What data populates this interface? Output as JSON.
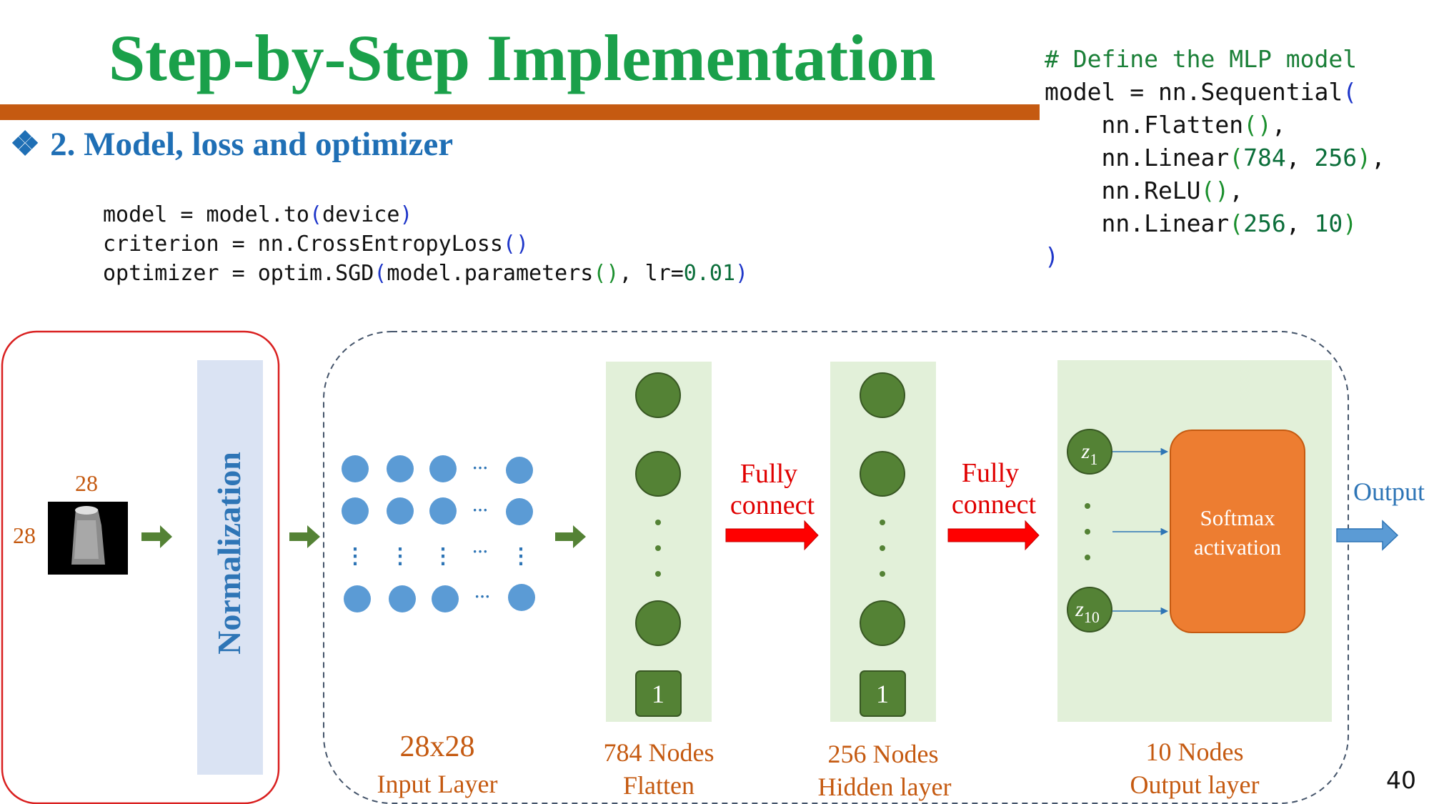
{
  "title": "Step-by-Step Implementation",
  "section_heading": "2. Model, loss and optimizer",
  "section_bullet": "❖",
  "code_block_left": {
    "line1": {
      "a": "model = model.to",
      "b": "(",
      "c": "device",
      "d": ")"
    },
    "line2": {
      "a": "criterion = nn.CrossEntropyLoss",
      "b": "()"
    },
    "line3": {
      "a": "optimizer = optim.SGD",
      "b": "(",
      "c": "model.parameters",
      "d": "()",
      "e": ", lr=",
      "f": "0.01",
      "g": ")"
    }
  },
  "code_block_right": {
    "comment": "# Define the MLP model",
    "line2": {
      "a": "model = nn.Sequential",
      "b": "("
    },
    "line3": {
      "a": "    nn.Flatten",
      "b": "()",
      "c": ","
    },
    "line4": {
      "a": "    nn.Linear",
      "b": "(",
      "c": "784",
      "d": ", ",
      "e": "256",
      "f": ")",
      "g": ","
    },
    "line5": {
      "a": "    nn.ReLU",
      "b": "()",
      "c": ","
    },
    "line6": {
      "a": "    nn.Linear",
      "b": "(",
      "c": "256",
      "d": ", ",
      "e": "10",
      "f": ")"
    },
    "line7": ")"
  },
  "diagram": {
    "image_dim_top": "28",
    "image_dim_left": "28",
    "normalization_label": "Normalization",
    "input_ellipsis": "···",
    "input_vdots": "⋮",
    "input_size": "28x28",
    "input_layer_label": "Input Layer",
    "flatten_nodes": "784 Nodes",
    "flatten_label": "Flatten",
    "bias_label": "1",
    "fully_connect_1": {
      "line1": "Fully",
      "line2": "connect"
    },
    "hidden_nodes": "256 Nodes",
    "hidden_label": "Hidden layer",
    "fully_connect_2": {
      "line1": "Fully",
      "line2": "connect"
    },
    "z_first": {
      "base": "z",
      "sub": "1"
    },
    "z_last": {
      "base": "z",
      "sub": "10"
    },
    "softmax": {
      "line1": "Softmax",
      "line2": "activation"
    },
    "output_nodes": "10 Nodes",
    "output_layer_label": "Output layer",
    "output_label": "Output"
  },
  "slide_number": "40",
  "colors": {
    "title": "#1aa04a",
    "accent_bar": "#c55a11",
    "heading": "#1f6fb5",
    "layer_label": "#c55a11",
    "node_green": "#4f7f2c",
    "node_blue": "#5b9bd5",
    "panel_green": "#e2f0d9",
    "softmax_fill": "#ed7d31",
    "fully_connect_arrow": "#ff0000",
    "fully_connect_text": "#e00000"
  }
}
